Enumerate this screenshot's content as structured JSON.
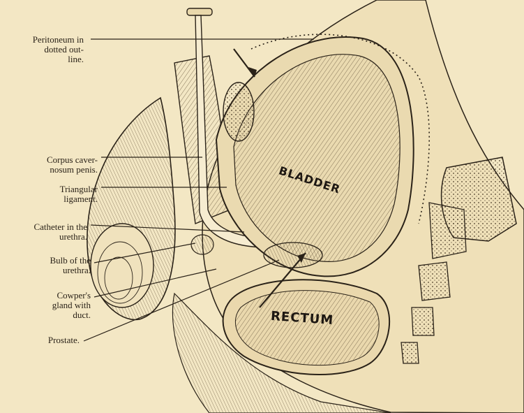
{
  "labels": {
    "peritoneum": "Peritoneum in\ndotted out-\nline.",
    "corpus": "Corpus caver-\nnosum penis.",
    "triangular": "Triangular\nligament.",
    "catheter": "Catheter in the\nurethra.",
    "bulb": "Bulb of the\nurethra.",
    "cowper": "Cowper's\ngland with\nduct.",
    "prostate": "Prostate."
  },
  "organs": {
    "bladder": "BLADDER",
    "rectum": "RECTUM"
  },
  "colors": {
    "paper": "#f3e7c4",
    "ink": "#2a2218"
  }
}
